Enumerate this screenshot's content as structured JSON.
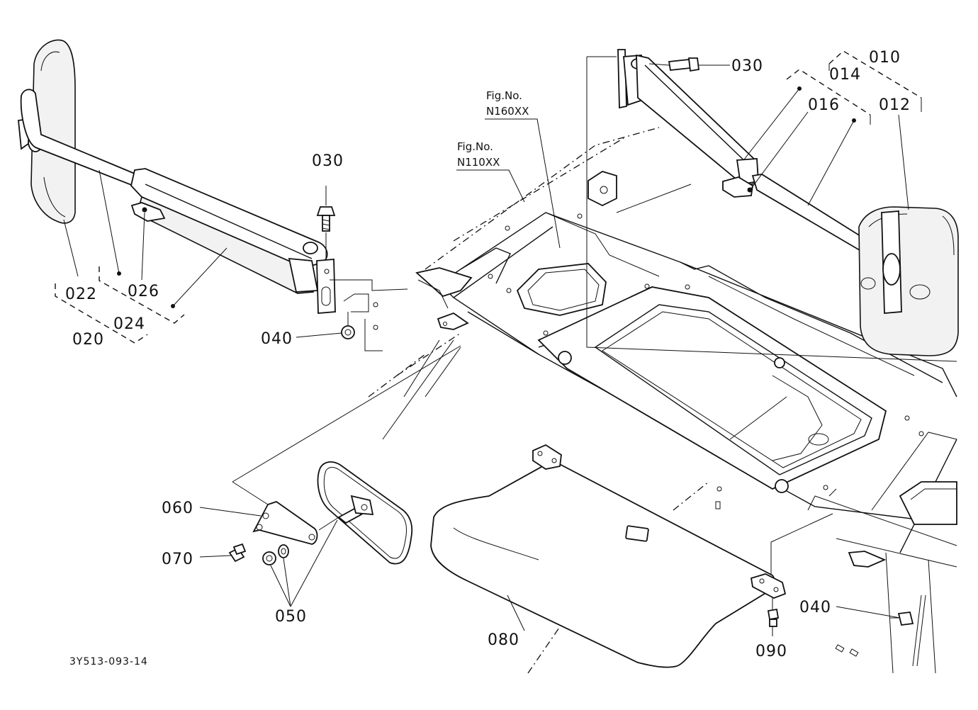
{
  "part_labels": {
    "l010": "010",
    "l012": "012",
    "l014": "014",
    "l016": "016",
    "l020": "020",
    "l022": "022",
    "l024": "024",
    "l026": "026",
    "l030a": "030",
    "l030b": "030",
    "l040a": "040",
    "l040b": "040",
    "l050": "050",
    "l060": "060",
    "l070": "070",
    "l080": "080",
    "l090": "090"
  },
  "figure_refs": {
    "n160_title": "Fig.No.",
    "n160_code": "N160XX",
    "n110_title": "Fig.No.",
    "n110_code": "N110XX"
  },
  "drawing_code": "3Y513-093-14"
}
